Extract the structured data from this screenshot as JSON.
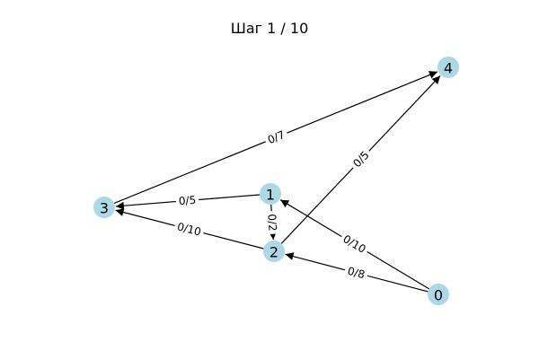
{
  "title": "Шаг 1 / 10",
  "colors": {
    "node_fill": "#add8e6",
    "edge": "#000000",
    "label_bg": "#ffffff"
  },
  "graph": {
    "nodes": [
      {
        "id": "0",
        "label": "0"
      },
      {
        "id": "1",
        "label": "1"
      },
      {
        "id": "2",
        "label": "2"
      },
      {
        "id": "3",
        "label": "3"
      },
      {
        "id": "4",
        "label": "4"
      }
    ],
    "edges": [
      {
        "from": "3",
        "to": "4",
        "label": "0/7"
      },
      {
        "from": "2",
        "to": "4",
        "label": "0/5"
      },
      {
        "from": "1",
        "to": "3",
        "label": "0/5"
      },
      {
        "from": "1",
        "to": "2",
        "label": "0/2"
      },
      {
        "from": "2",
        "to": "3",
        "label": "0/10"
      },
      {
        "from": "0",
        "to": "1",
        "label": "0/10"
      },
      {
        "from": "0",
        "to": "2",
        "label": "0/8"
      }
    ]
  }
}
